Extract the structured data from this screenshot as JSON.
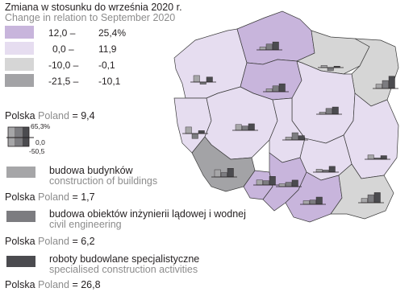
{
  "title": {
    "pl": "Zmiana w stosunku do września 2020 r.",
    "en": "Change in relation to September 2020"
  },
  "colors": {
    "class1": "#c8b5dc",
    "class2": "#e6ddf0",
    "class3": "#d6d6d6",
    "class4": "#a3a3a6",
    "bar_buildings": "#a6a6a8",
    "bar_civil": "#7c7c80",
    "bar_specialised": "#4b4b4f",
    "outline": "#3a3a3a"
  },
  "legend": {
    "classes": [
      {
        "low": "12,0 –",
        "high": "25,4%",
        "color": "#c8b5dc"
      },
      {
        "low": "0,0 –",
        "high": "11,9",
        "color": "#e6ddf0"
      },
      {
        "low": "-10,0 –",
        "high": "-0,1",
        "color": "#d6d6d6"
      },
      {
        "low": "-21,5 –",
        "high": "-10,1",
        "color": "#a3a3a6"
      }
    ],
    "poland_total": {
      "pl": "Polska",
      "en": "Poland",
      "value": "= 9,4"
    },
    "scale": {
      "max": "65,3%",
      "zero": "0,0",
      "min": "-50,5"
    },
    "series": [
      {
        "pl": "budowa budynków",
        "en": "construction of buildings",
        "poland": "Polska",
        "poland_en": "Poland",
        "value": "= 1,7",
        "color": "#a6a6a8"
      },
      {
        "pl": "budowa obiektów inżynierii lądowej i wodnej",
        "en": "civil engineering",
        "poland": "Polska",
        "poland_en": "Poland",
        "value": "= 6,2",
        "color": "#7c7c80"
      },
      {
        "pl": "roboty budowlane specjalistyczne",
        "en": "specialised construction activities",
        "poland": "Polska",
        "poland_en": "Poland",
        "value": "= 26,8",
        "color": "#4b4b4f"
      }
    ]
  },
  "regions": [
    {
      "id": "zachodniopomorskie",
      "class": 2,
      "bars": [
        0.45,
        -0.15,
        0.35
      ]
    },
    {
      "id": "pomorskie",
      "class": 1,
      "bars": [
        0.2,
        0.4,
        0.55
      ]
    },
    {
      "id": "warminsko-mazurskie",
      "class": 3,
      "bars": [
        0.15,
        -0.2,
        0.1
      ]
    },
    {
      "id": "podlaskie",
      "class": 3,
      "bars": [
        0.3,
        0.55,
        0.85
      ]
    },
    {
      "id": "lubuskie",
      "class": 2,
      "bars": [
        0.45,
        -0.35,
        0.2
      ]
    },
    {
      "id": "kujawsko-pomorskie",
      "class": 1,
      "bars": [
        0.2,
        0.4,
        0.55
      ]
    },
    {
      "id": "mazowieckie",
      "class": 2,
      "bars": [
        0.15,
        0.4,
        0.5
      ]
    },
    {
      "id": "wielkopolskie",
      "class": 2,
      "bars": [
        0.4,
        0.3,
        0.45
      ]
    },
    {
      "id": "lodzkie",
      "class": 2,
      "bars": [
        0.2,
        0.5,
        0.3
      ]
    },
    {
      "id": "lubelskie",
      "class": 2,
      "bars": [
        0.3,
        0.1,
        0.25
      ]
    },
    {
      "id": "dolnoslaskie",
      "class": 4,
      "bars": [
        0.5,
        0.3,
        0.6
      ]
    },
    {
      "id": "opolskie",
      "class": 1,
      "bars": [
        0.35,
        0.3,
        0.6
      ]
    },
    {
      "id": "swietokrzyskie",
      "class": 2,
      "bars": [
        0.2,
        0.15,
        0.4
      ]
    },
    {
      "id": "slaskie",
      "class": 1,
      "bars": [
        0.2,
        0.3,
        0.45
      ]
    },
    {
      "id": "malopolskie",
      "class": 1,
      "bars": [
        0.25,
        0.3,
        0.5
      ]
    },
    {
      "id": "podkarpackie",
      "class": 3,
      "bars": [
        0.3,
        0.55,
        0.7
      ]
    }
  ]
}
